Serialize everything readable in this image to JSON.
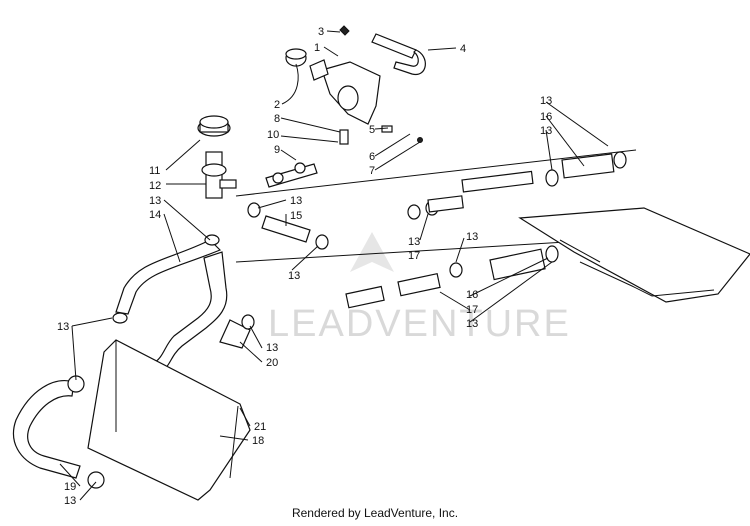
{
  "callouts": {
    "c1": "1",
    "c2": "2",
    "c3": "3",
    "c4": "4",
    "c5": "5",
    "c6": "6",
    "c7": "7",
    "c8": "8",
    "c9": "9",
    "c10": "10",
    "c11": "11",
    "c12": "12",
    "c13_a": "13",
    "c13_b": "13",
    "c13_c": "13",
    "c13_d": "13",
    "c13_e": "13",
    "c13_f": "13",
    "c13_g": "13",
    "c13_h": "13",
    "c13_i": "13",
    "c13_j": "13",
    "c13_k": "13",
    "c14": "14",
    "c15": "15",
    "c16_a": "16",
    "c16_b": "16",
    "c17_a": "17",
    "c17_b": "17",
    "c18": "18",
    "c19": "19",
    "c20": "20",
    "c21": "21"
  },
  "watermark": "LEADVENTURE",
  "footer": "Rendered by LeadVenture, Inc."
}
